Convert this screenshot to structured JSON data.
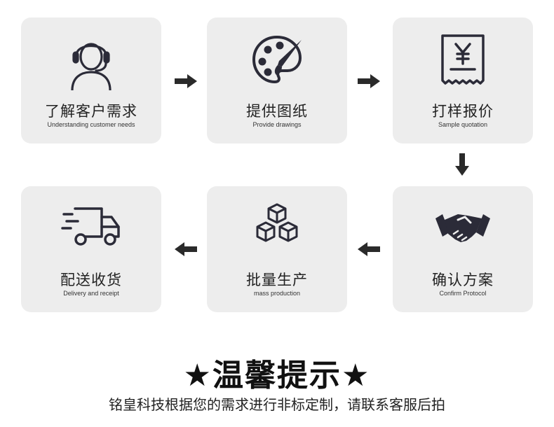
{
  "steps": [
    {
      "title": "了解客户需求",
      "subtitle": "Understanding customer needs",
      "icon": "customer-service-icon"
    },
    {
      "title": "提供图纸",
      "subtitle": "Provide drawings",
      "icon": "palette-icon"
    },
    {
      "title": "打样报价",
      "subtitle": "Sample quotation",
      "icon": "receipt-yen-icon"
    },
    {
      "title": "确认方案",
      "subtitle": "Confirm Protocol",
      "icon": "handshake-icon"
    },
    {
      "title": "批量生产",
      "subtitle": "mass production",
      "icon": "boxes-icon"
    },
    {
      "title": "配送收货",
      "subtitle": "Delivery and receipt",
      "icon": "delivery-truck-icon"
    }
  ],
  "notice": {
    "title": "★温馨提示★",
    "text": "铭皇科技根据您的需求进行非标定制，请联系客服后拍"
  },
  "colors": {
    "card_bg": "#ededed",
    "icon": "#2b2b38",
    "arrow": "#2a2a2a"
  }
}
